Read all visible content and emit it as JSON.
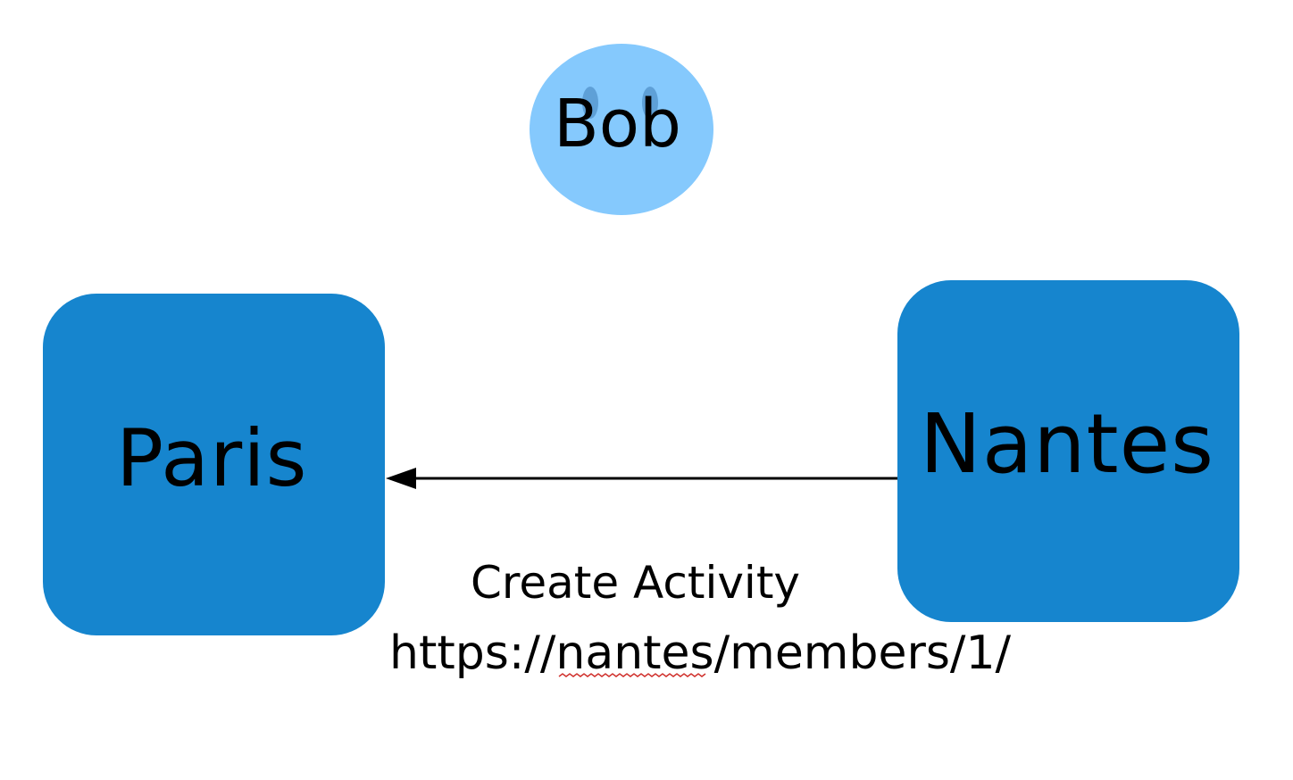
{
  "nodes": {
    "paris": {
      "label": "Paris"
    },
    "nantes": {
      "label": "Nantes"
    },
    "bob": {
      "label": "Bob"
    }
  },
  "edge": {
    "label": "Create Activity",
    "url": "https://nantes/members/1/"
  },
  "colors": {
    "server_fill": "#1685CE",
    "actor_fill": "#85C9FD",
    "actor_eye": "#3E7DB8",
    "edge_stroke": "#000000",
    "text": "#000000",
    "underline": "#000000",
    "spell_squiggle": "#D0312D"
  },
  "icons": {
    "actor": "smiley-face-icon",
    "arrow": "arrow-left-icon"
  }
}
